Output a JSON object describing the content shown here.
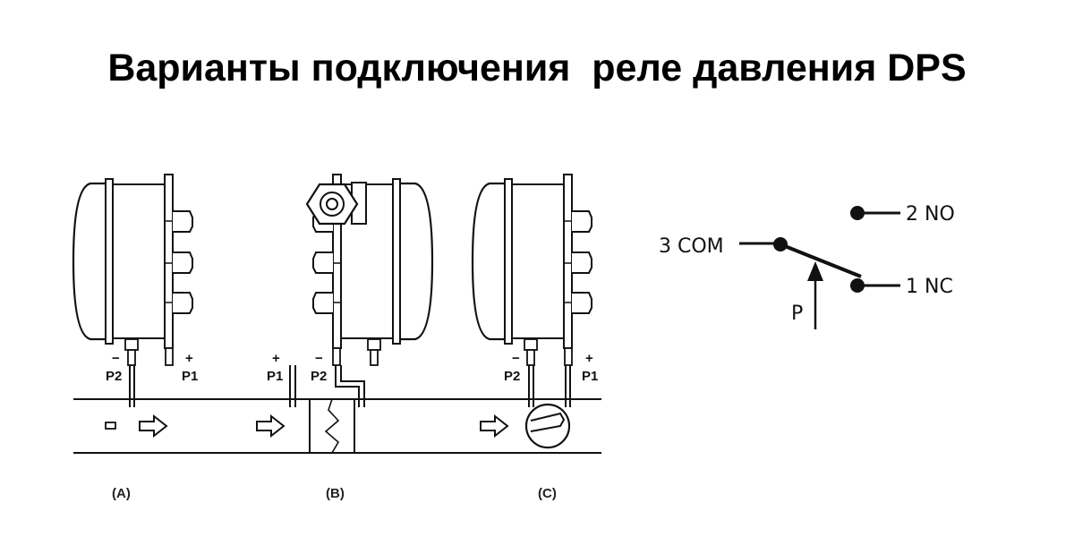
{
  "title": "Варианты подключения  реле давления DPS",
  "variants": [
    {
      "caption": "(A)",
      "left_sign": "−",
      "left_port": "P2",
      "right_sign": "+",
      "right_port": "P1"
    },
    {
      "caption": "(B)",
      "left_sign": "+",
      "left_port": "P1",
      "right_sign": "−",
      "right_port": "P2"
    },
    {
      "caption": "(C)",
      "left_sign": "−",
      "left_port": "P2",
      "right_sign": "+",
      "right_port": "P1"
    }
  ],
  "switch": {
    "com_label": "3 COM",
    "no_label": "2 NO",
    "nc_label": "1 NC",
    "pressure_label": "P"
  }
}
